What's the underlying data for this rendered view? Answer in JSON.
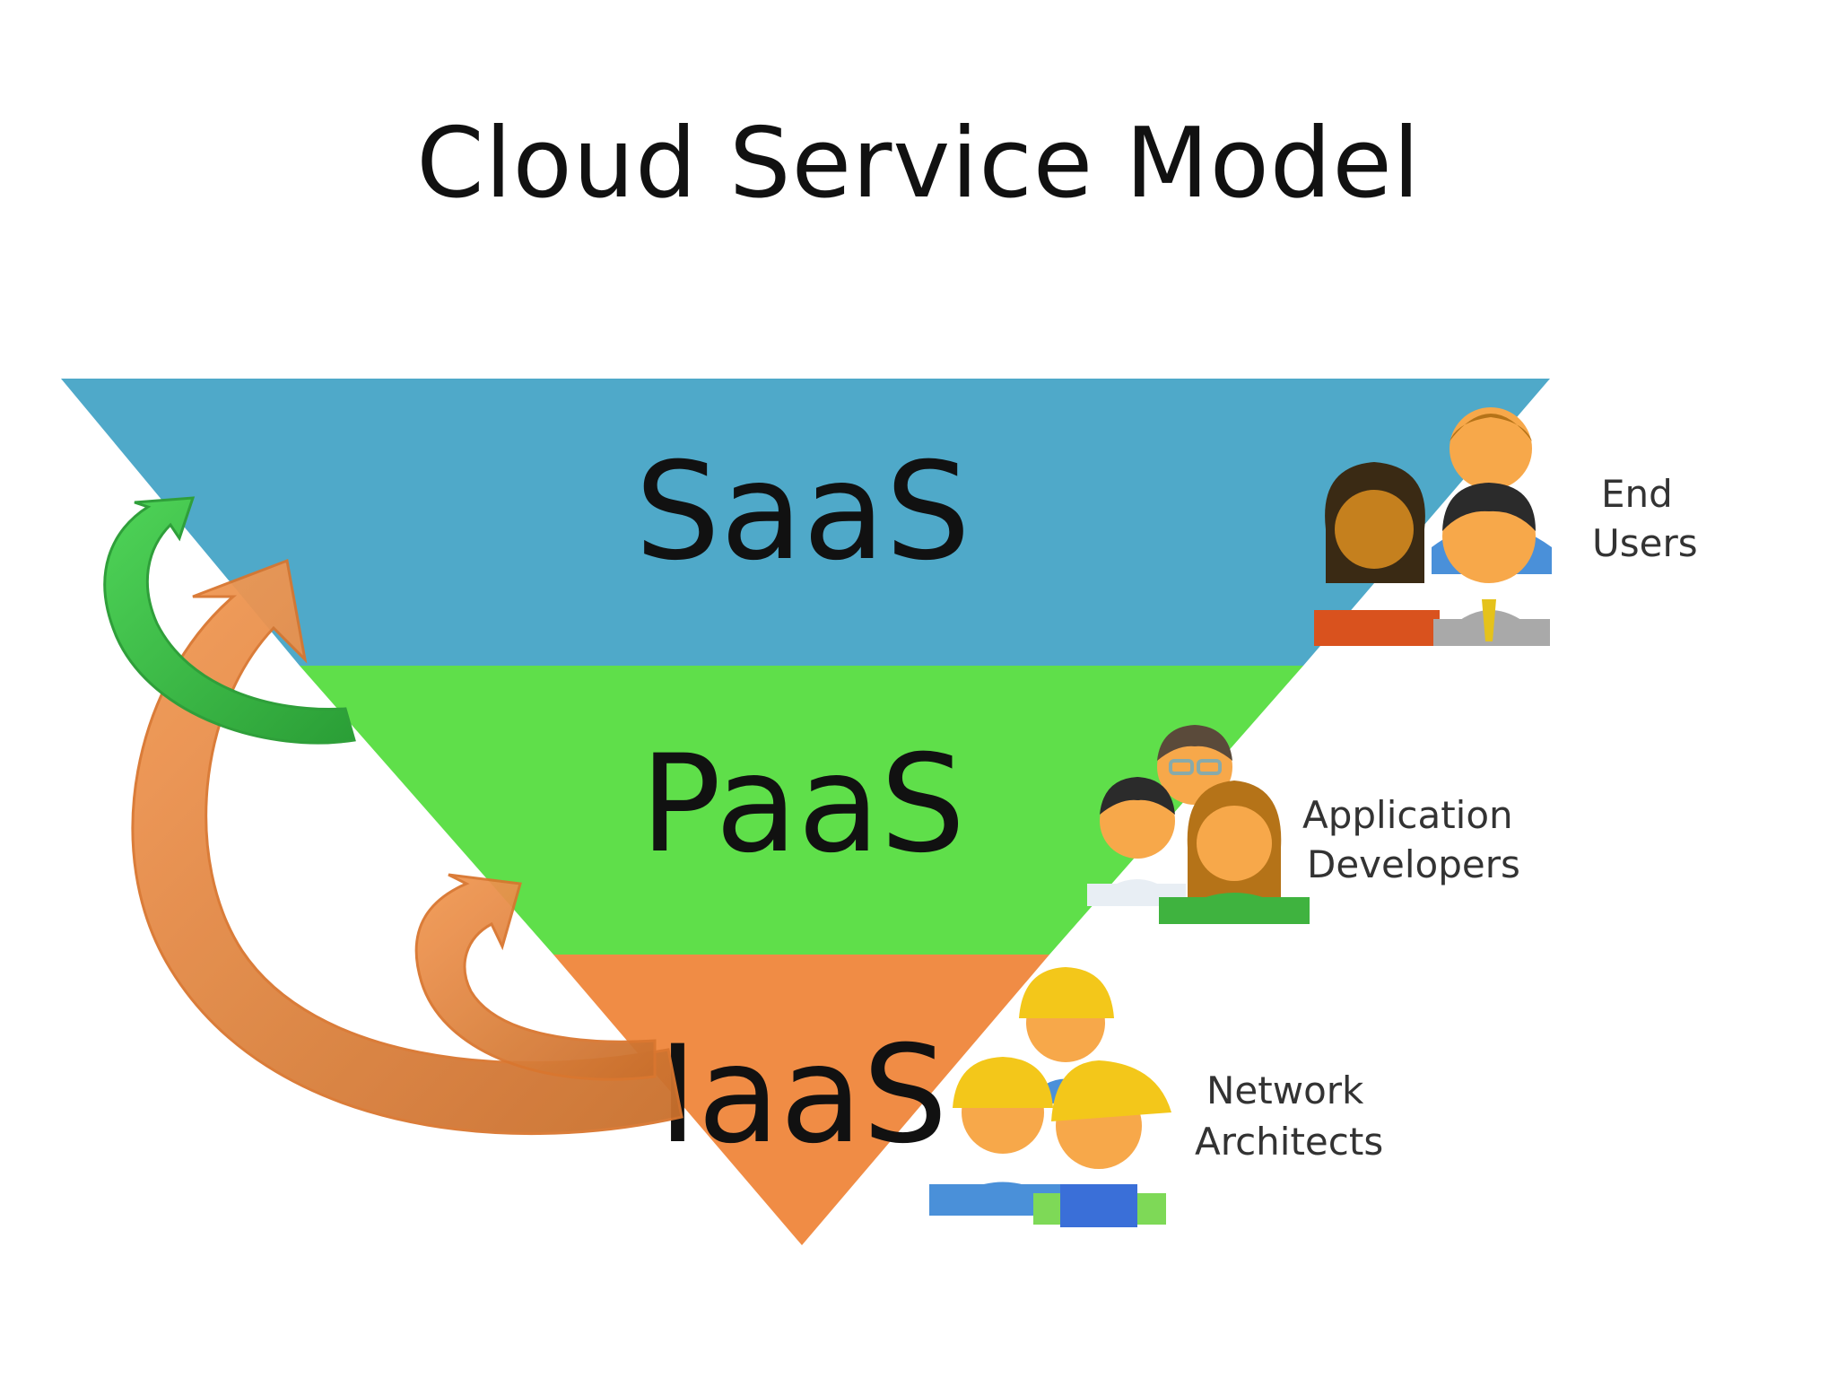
{
  "title": "Cloud Service Model",
  "layers": [
    {
      "name": "SaaS",
      "color": "#4fa9c9",
      "role": [
        "End",
        "Users"
      ]
    },
    {
      "name": "PaaS",
      "color": "#5fdf4a",
      "role": [
        "Application",
        "Developers"
      ]
    },
    {
      "name": "IaaS",
      "color": "#f08c45",
      "role": [
        "Network",
        "Architects"
      ]
    }
  ],
  "icons": [
    "end-users-group-icon",
    "application-developers-group-icon",
    "network-architects-group-icon"
  ],
  "arrows": {
    "green": "#3cb84a",
    "orange": "#e9843f"
  }
}
